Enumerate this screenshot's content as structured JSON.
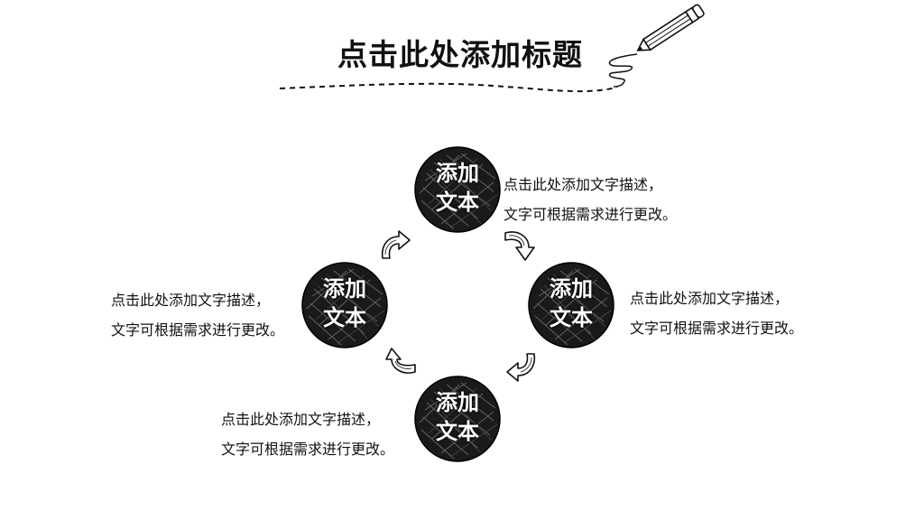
{
  "title": "点击此处添加标题",
  "nodes": [
    {
      "label": "添加文本",
      "line1": "添加",
      "line2": "文本"
    },
    {
      "label": "添加文本",
      "line1": "添加",
      "line2": "文本"
    },
    {
      "label": "添加文本",
      "line1": "添加",
      "line2": "文本"
    },
    {
      "label": "添加文本",
      "line1": "添加",
      "line2": "文本"
    }
  ],
  "descriptions": [
    {
      "line1": "点击此处添加文字描述，",
      "line2": "文字可根据需求进行更改。"
    },
    {
      "line1": "点击此处添加文字描述，",
      "line2": "文字可根据需求进行更改。"
    },
    {
      "line1": "点击此处添加文字描述，",
      "line2": "文字可根据需求进行更改。"
    },
    {
      "line1": "点击此处添加文字描述，",
      "line2": "文字可根据需求进行更改。"
    }
  ],
  "icons": [
    "pencil-icon",
    "curved-arrow-icon"
  ],
  "colors": {
    "ink": "#111111",
    "background": "#ffffff",
    "node_text": "#ffffff"
  }
}
